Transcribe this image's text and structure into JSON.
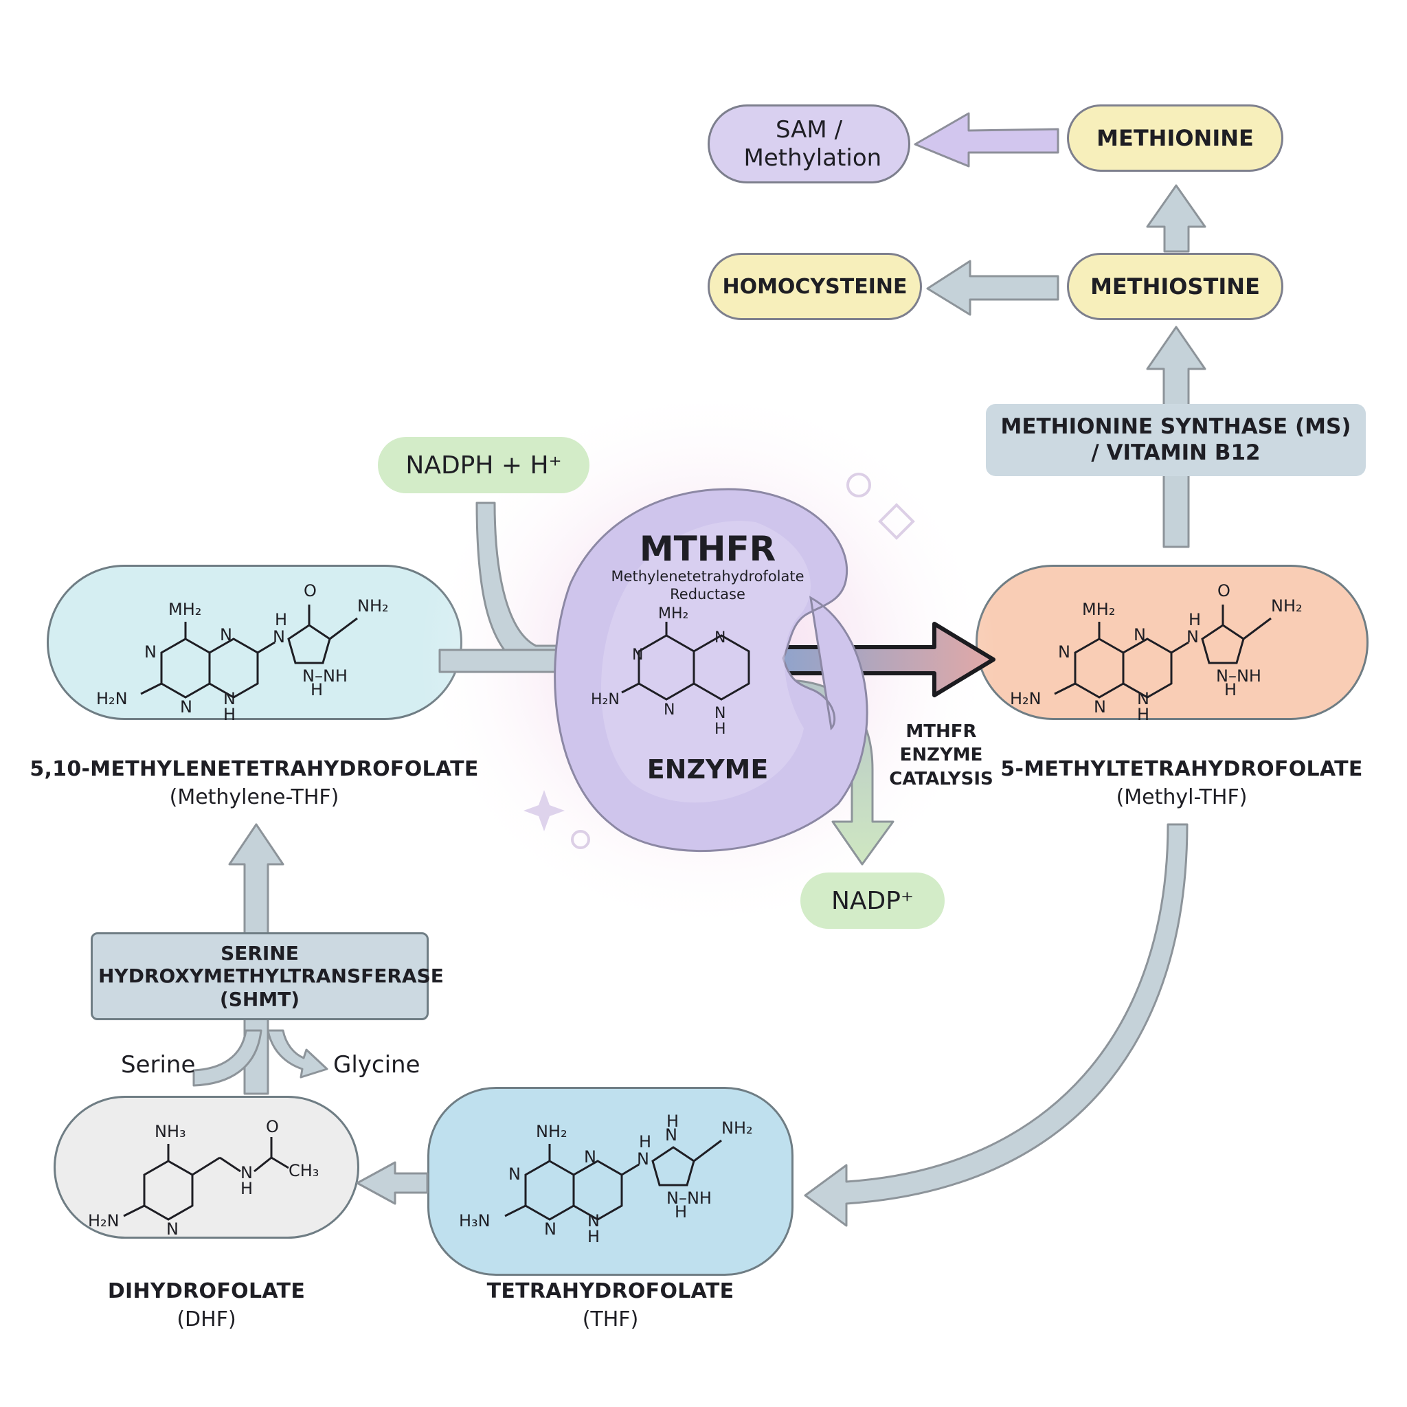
{
  "nodes": {
    "sam": "SAM / Methylation",
    "methionine": "METHIONINE",
    "homocysteine": "HOMOCYSTEINE",
    "methiostine": "METHIOSTINE",
    "nadph": "NADPH + H⁺",
    "nadp": "NADP⁺"
  },
  "enzymes": {
    "ms": "METHIONINE SYNTHASE (MS) / VITAMIN B12",
    "shmt": "SERINE HYDROXYMETHYLTRANSFERASE (SHMT)",
    "mthfr_title": "MTHFR",
    "mthfr_full": "Methylenetetrahydrofolate Reductase",
    "mthfr_label": "ENZYME",
    "catalysis": "MTHFR ENZYME CATALYSIS"
  },
  "molecules": {
    "methylene_thf": {
      "name": "5,10-METHYLENETETRAHYDROFOLATE",
      "abbr": "(Methylene-THF)"
    },
    "methyl_thf": {
      "name": "5-METHYLTETRAHYDROFOLATE",
      "abbr": "(Methyl-THF)"
    },
    "thf": {
      "name": "TETRAHYDROFOLATE",
      "abbr": "(THF)"
    },
    "dhf": {
      "name": "DIHYDROFOLATE",
      "abbr": "(DHF)"
    }
  },
  "side_labels": {
    "serine": "Serine",
    "glycine": "Glycine"
  },
  "colors": {
    "sam_fill": "#d9d0f0",
    "yellow_fill": "#f7efbb",
    "green_fill": "#d3ecc8",
    "methylene_fill": "#d5eef2",
    "methyl_fill": "#f9cdb5",
    "thf_fill": "#bfe0ee",
    "dhf_fill": "#ededed",
    "enzyme_fill": "#cfc5ec",
    "arrow_fill": "#c5d2d9",
    "enzyme_box_fill": "#ccd9e1"
  }
}
